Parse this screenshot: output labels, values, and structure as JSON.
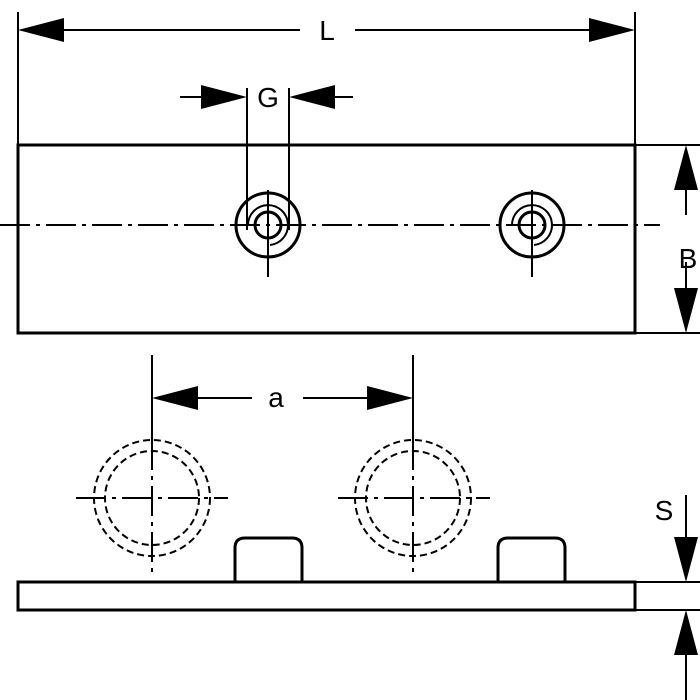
{
  "labels": {
    "length": "L",
    "thread": "G",
    "width": "B",
    "spacing": "a",
    "thickness": "S"
  },
  "colors": {
    "line": "#000000",
    "background": "#ffffff"
  }
}
